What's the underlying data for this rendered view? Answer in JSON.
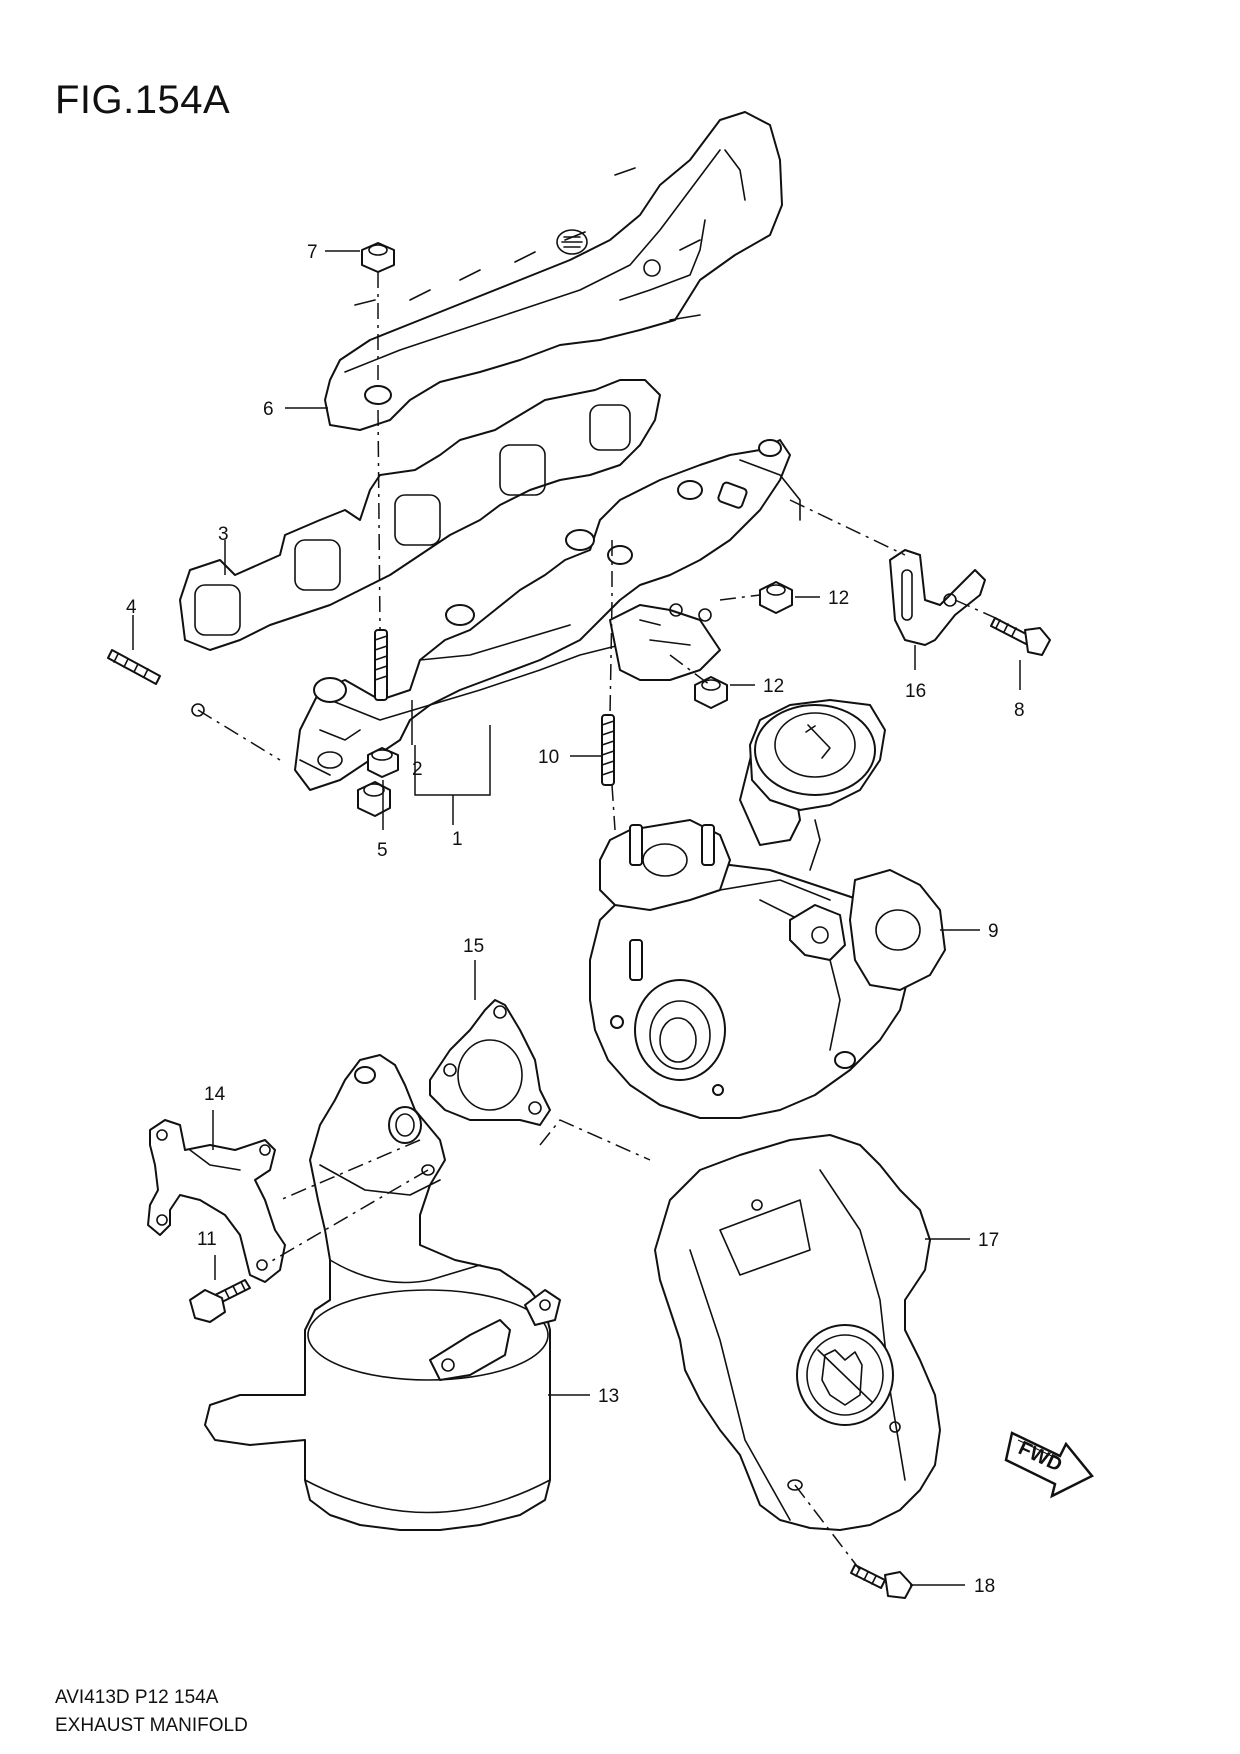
{
  "figure": {
    "title": "FIG.154A",
    "code": "AVI413D P12 154A",
    "name": "EXHAUST MANIFOLD",
    "fwd_label": "FWD"
  },
  "callouts": {
    "c1": "1",
    "c2": "2",
    "c3": "3",
    "c4": "4",
    "c5": "5",
    "c6": "6",
    "c7": "7",
    "c8": "8",
    "c9": "9",
    "c10": "10",
    "c11": "11",
    "c12a": "12",
    "c12b": "12",
    "c13": "13",
    "c14": "14",
    "c15": "15",
    "c16": "16",
    "c17": "17",
    "c18": "18"
  }
}
